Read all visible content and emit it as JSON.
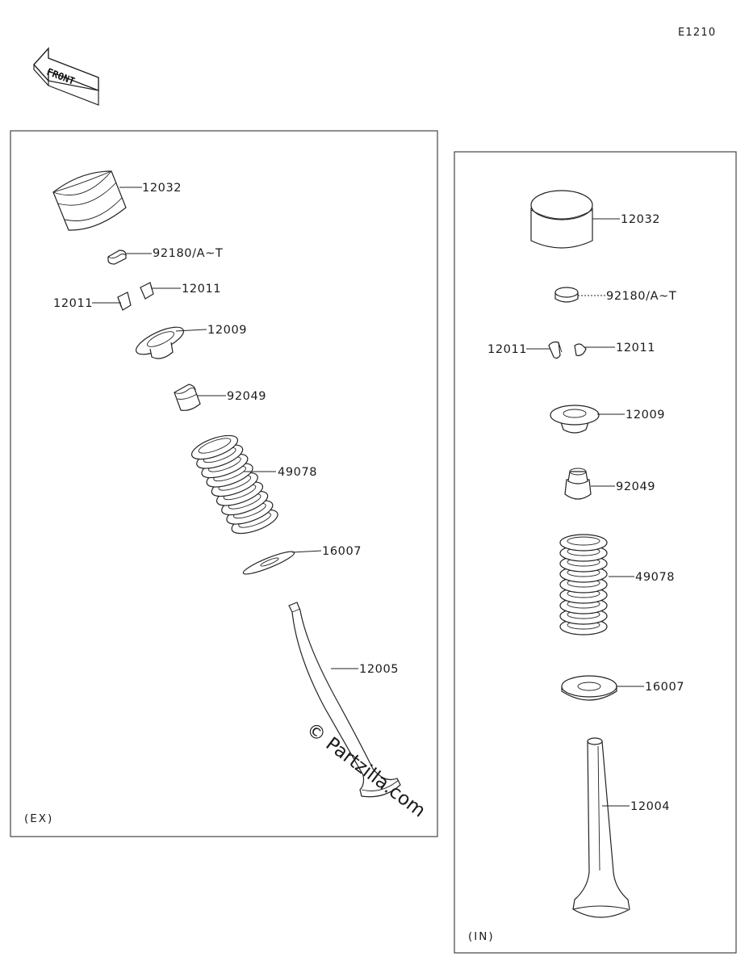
{
  "diagram_code": "E1210",
  "front_label": "FRONT",
  "watermark": "© Partzilla.com",
  "panels": [
    {
      "tag": "(EX)",
      "parts": [
        {
          "id": "12032"
        },
        {
          "id": "92180/A~T"
        },
        {
          "id": "12011"
        },
        {
          "id": "12011"
        },
        {
          "id": "12009"
        },
        {
          "id": "92049"
        },
        {
          "id": "49078"
        },
        {
          "id": "16007"
        },
        {
          "id": "12005"
        }
      ]
    },
    {
      "tag": "(IN)",
      "parts": [
        {
          "id": "12032"
        },
        {
          "id": "92180/A~T"
        },
        {
          "id": "12011"
        },
        {
          "id": "12011"
        },
        {
          "id": "12009"
        },
        {
          "id": "92049"
        },
        {
          "id": "49078"
        },
        {
          "id": "16007"
        },
        {
          "id": "12004"
        }
      ]
    }
  ]
}
